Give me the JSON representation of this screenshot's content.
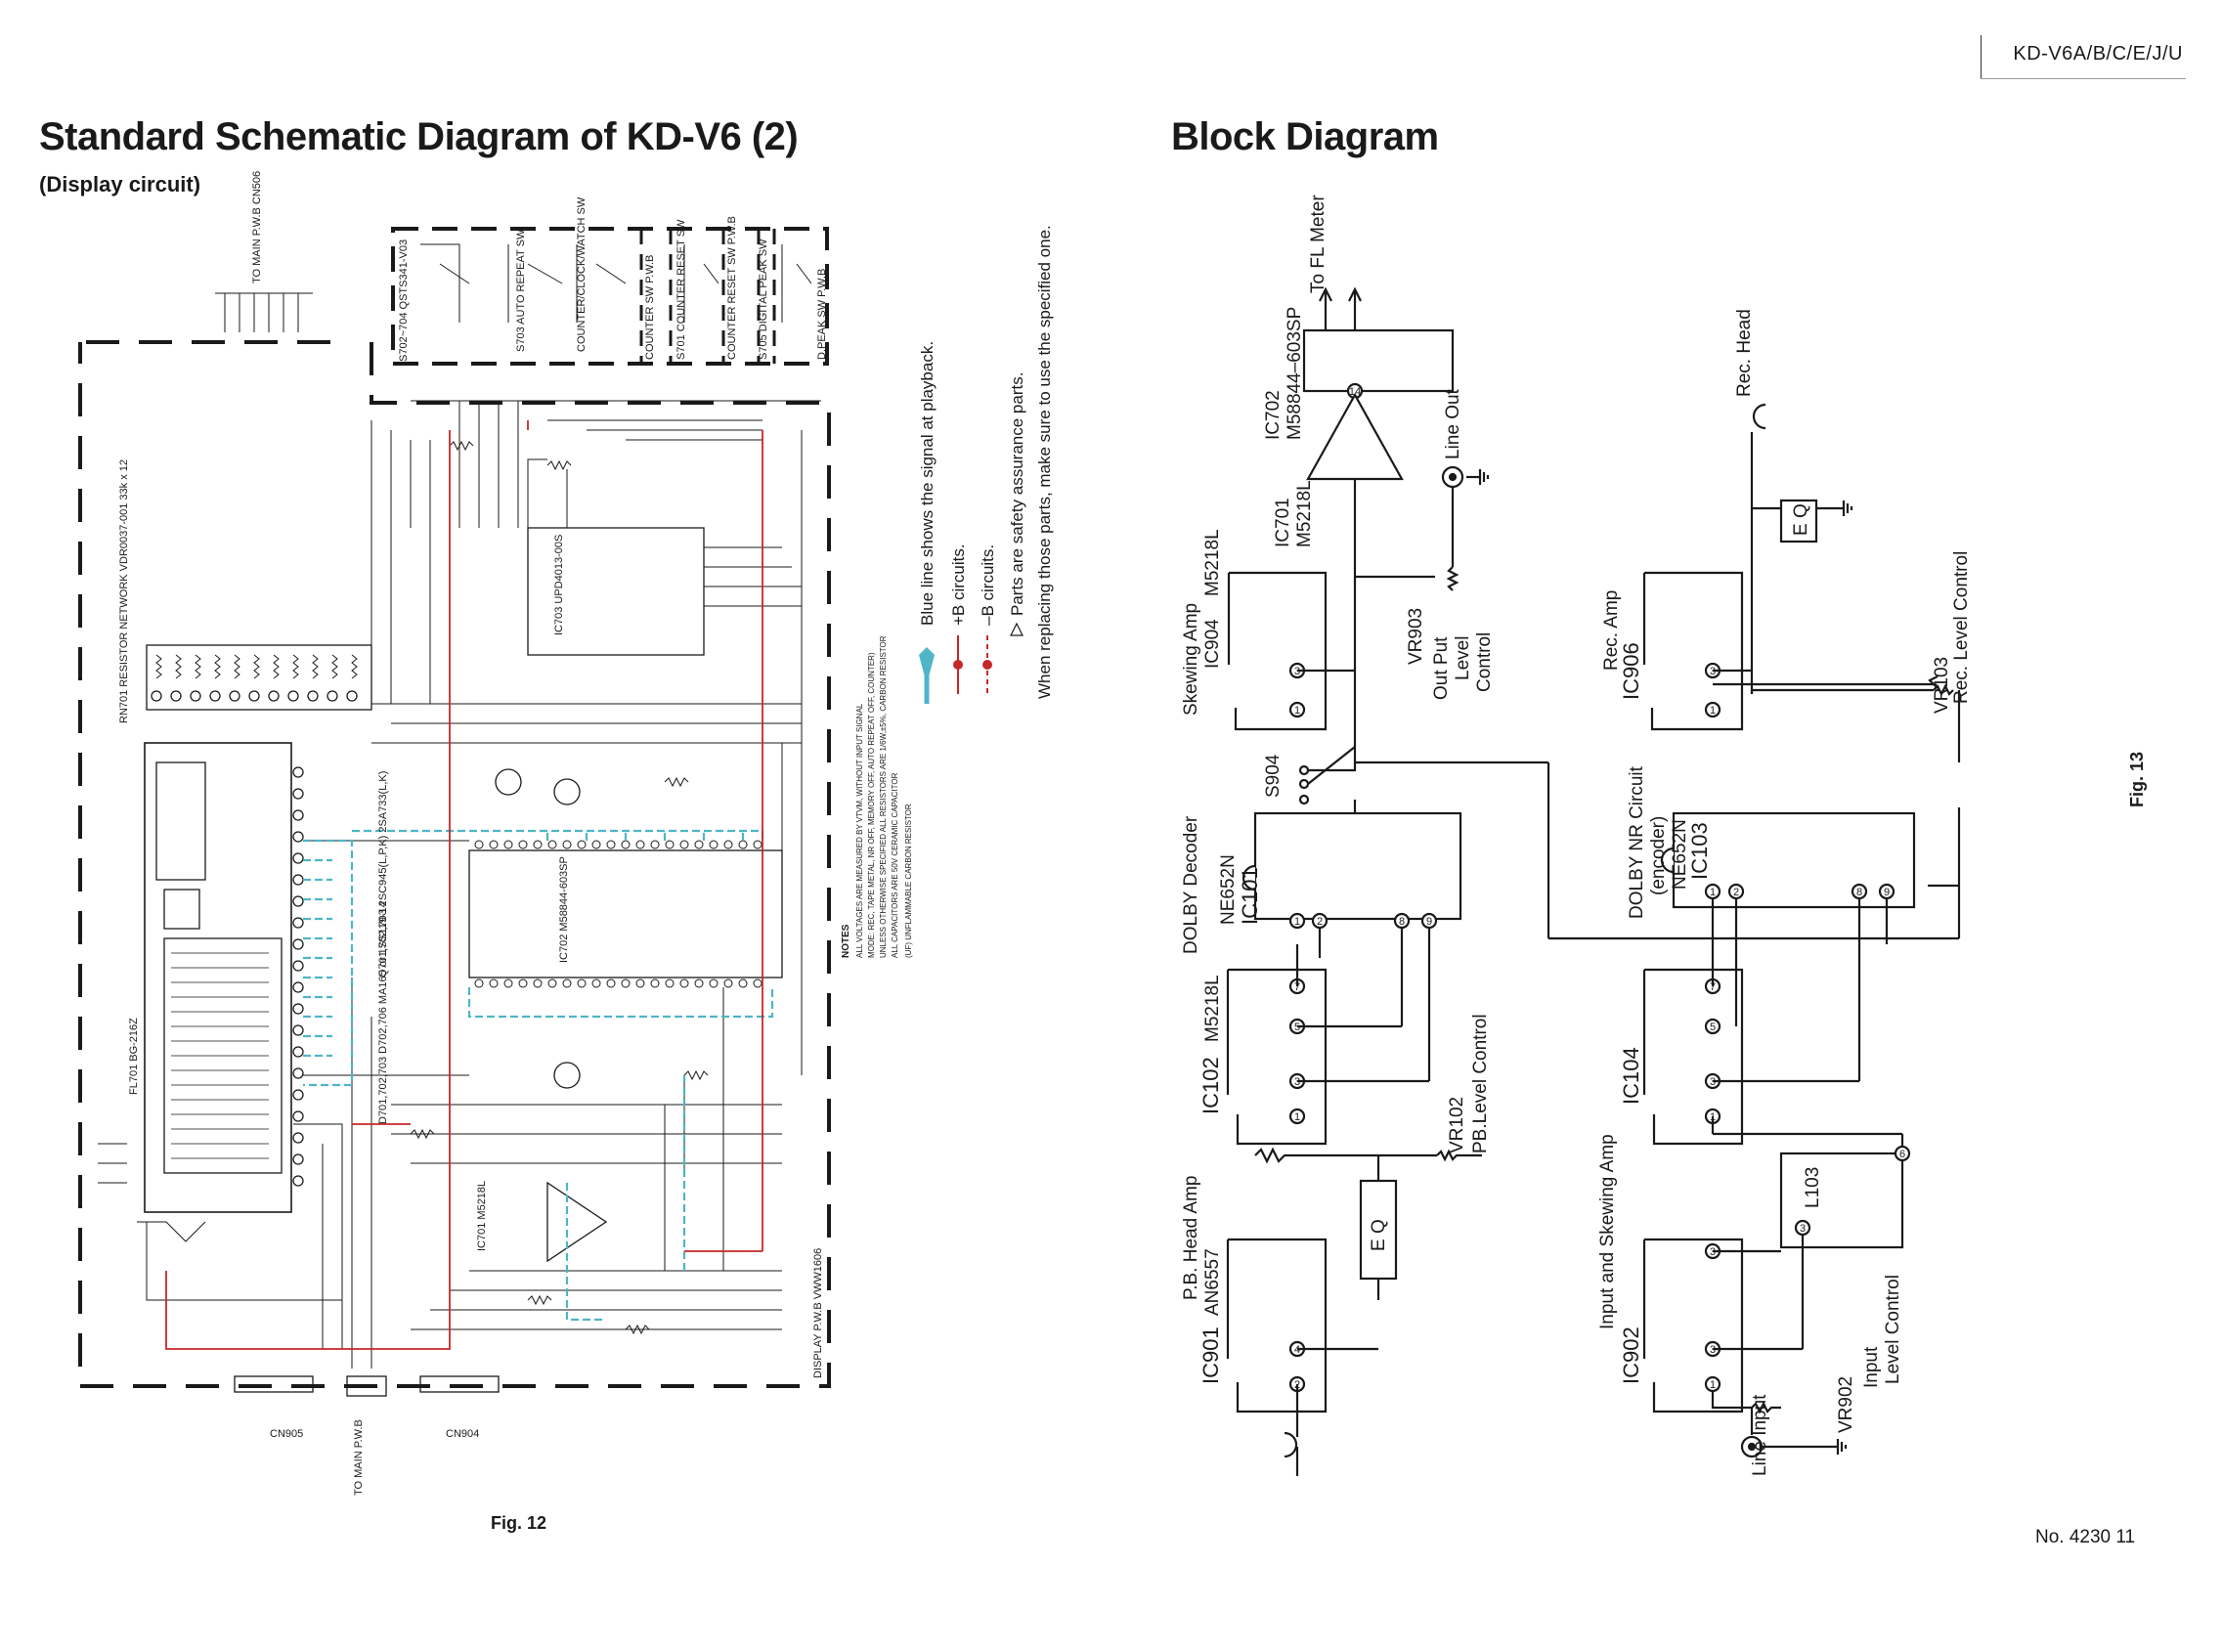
{
  "header": {
    "model": "KD-V6A/B/C/E/J/U"
  },
  "left": {
    "title": "Standard Schematic Diagram of KD-V6 (2)",
    "subtitle": "(Display circuit)",
    "fig": "Fig. 12",
    "labels": {
      "to_main_top": "TO MAIN P.W.B CN506",
      "resistor_net": "RN701 RESISTOR NETWORK VDR0037-001 33k x 12",
      "fl": "FL701 BG-216Z",
      "ic702": "IC702 M58844-603SP",
      "ic703": "IC703 UPD4013-00S",
      "ic701": "IC701 M5218L",
      "cn905": "CN905",
      "cn904": "CN904",
      "to_main_bottom": "TO MAIN P.W.B",
      "display_pwb": "DISPLAY P.W.B VWW1606",
      "s702": "S702~704 QSTS341-V03",
      "s703": "S703 AUTO REPEAT SW",
      "s704": "COUNTER/CLOCK/WATCH SW",
      "s701": "S701 COUNTER RESET SW",
      "s705": "S705 DIGITAL PEAK SW",
      "counter_pwb": "COUNTER SW P.W.B",
      "reset_pwb": "COUNTER RESET SW P.W.B",
      "peak_pwb": "D.PEAK SW P.W.B",
      "transistors": "Q701,702,703 2SC945(L,P,K) 2SA733(L,K)",
      "diodes": "D701,702,703 D702,706 MA165 or 1SS119-14"
    },
    "notes_title": "NOTES",
    "notes": [
      "ALL VOLTAGES ARE MEASURED BY VTVM, WITHOUT INPUT SIGNAL",
      "MODE: REC, TAPE METAL, NR OFF, MEMORY OFF, AUTO REPEAT OFF, COUNTER)",
      "UNLESS OTHERWISE SPECIFIED ALL RESISTORS ARE 1/6W,±5%, CARBON RESISTOR",
      "ALL CAPACITORS ARE 50V CERAMIC CAPACITOR",
      "(UF) UNFLAMMABLE CARBON RESISTOR"
    ]
  },
  "legend": {
    "blue": "Blue line shows the signal at playback.",
    "plus_b": "+B circuits.",
    "minus_b": "–B circuits.",
    "safety1": "Parts are safety assurance parts.",
    "safety2": "When replacing those parts, make sure to use the specified one."
  },
  "right": {
    "title": "Block Diagram",
    "fig": "Fig. 13",
    "blocks": {
      "ic702_name": "IC702",
      "ic702_part": "M58844–603SP",
      "to_fl": "To FL Meter",
      "ic701_name": "IC701",
      "ic701_part": "M5218L",
      "line_out": "Line Out",
      "vr903": "VR903",
      "out_put_level": "Out Put",
      "level": "Level",
      "control": "Control",
      "skew_amp": "Skewing Amp",
      "ic904_name": "IC904",
      "ic904_part": "M5218L",
      "s904": "S904",
      "dolby_decoder": "DOLBY Decoder",
      "ne652n": "NE652N",
      "ic101": "IC101",
      "ic102_name": "IC102",
      "ic102_part": "M5218L",
      "vr102": "VR102",
      "pb_level": "PB.Level Control",
      "eq": "E Q",
      "pb_head_amp": "P.B. Head Amp",
      "ic901_name": "IC901",
      "ic901_part": "AN6557",
      "rec_head": "Rec. Head",
      "rec_amp": "Rec. Amp",
      "ic906": "IC906",
      "vr103": "VR103",
      "rec_level": "Rec. Level Control",
      "dolby_nr": "DOLBY NR Circuit",
      "encoder": "(encoder)",
      "ne652n_b": "NE652N",
      "ic103": "IC103",
      "ic104": "IC104",
      "input_skew": "Input and Skewing Amp",
      "ic902": "IC902",
      "l103": "L103",
      "input_level": "Input",
      "level_control": "Level Control",
      "vr902": "VR902",
      "line_input": "Line Input"
    }
  },
  "footer": {
    "page": "No. 4230  11"
  },
  "colors": {
    "blue": "#4fb5c8",
    "red": "#c62828",
    "ink": "#1a1a1a"
  }
}
